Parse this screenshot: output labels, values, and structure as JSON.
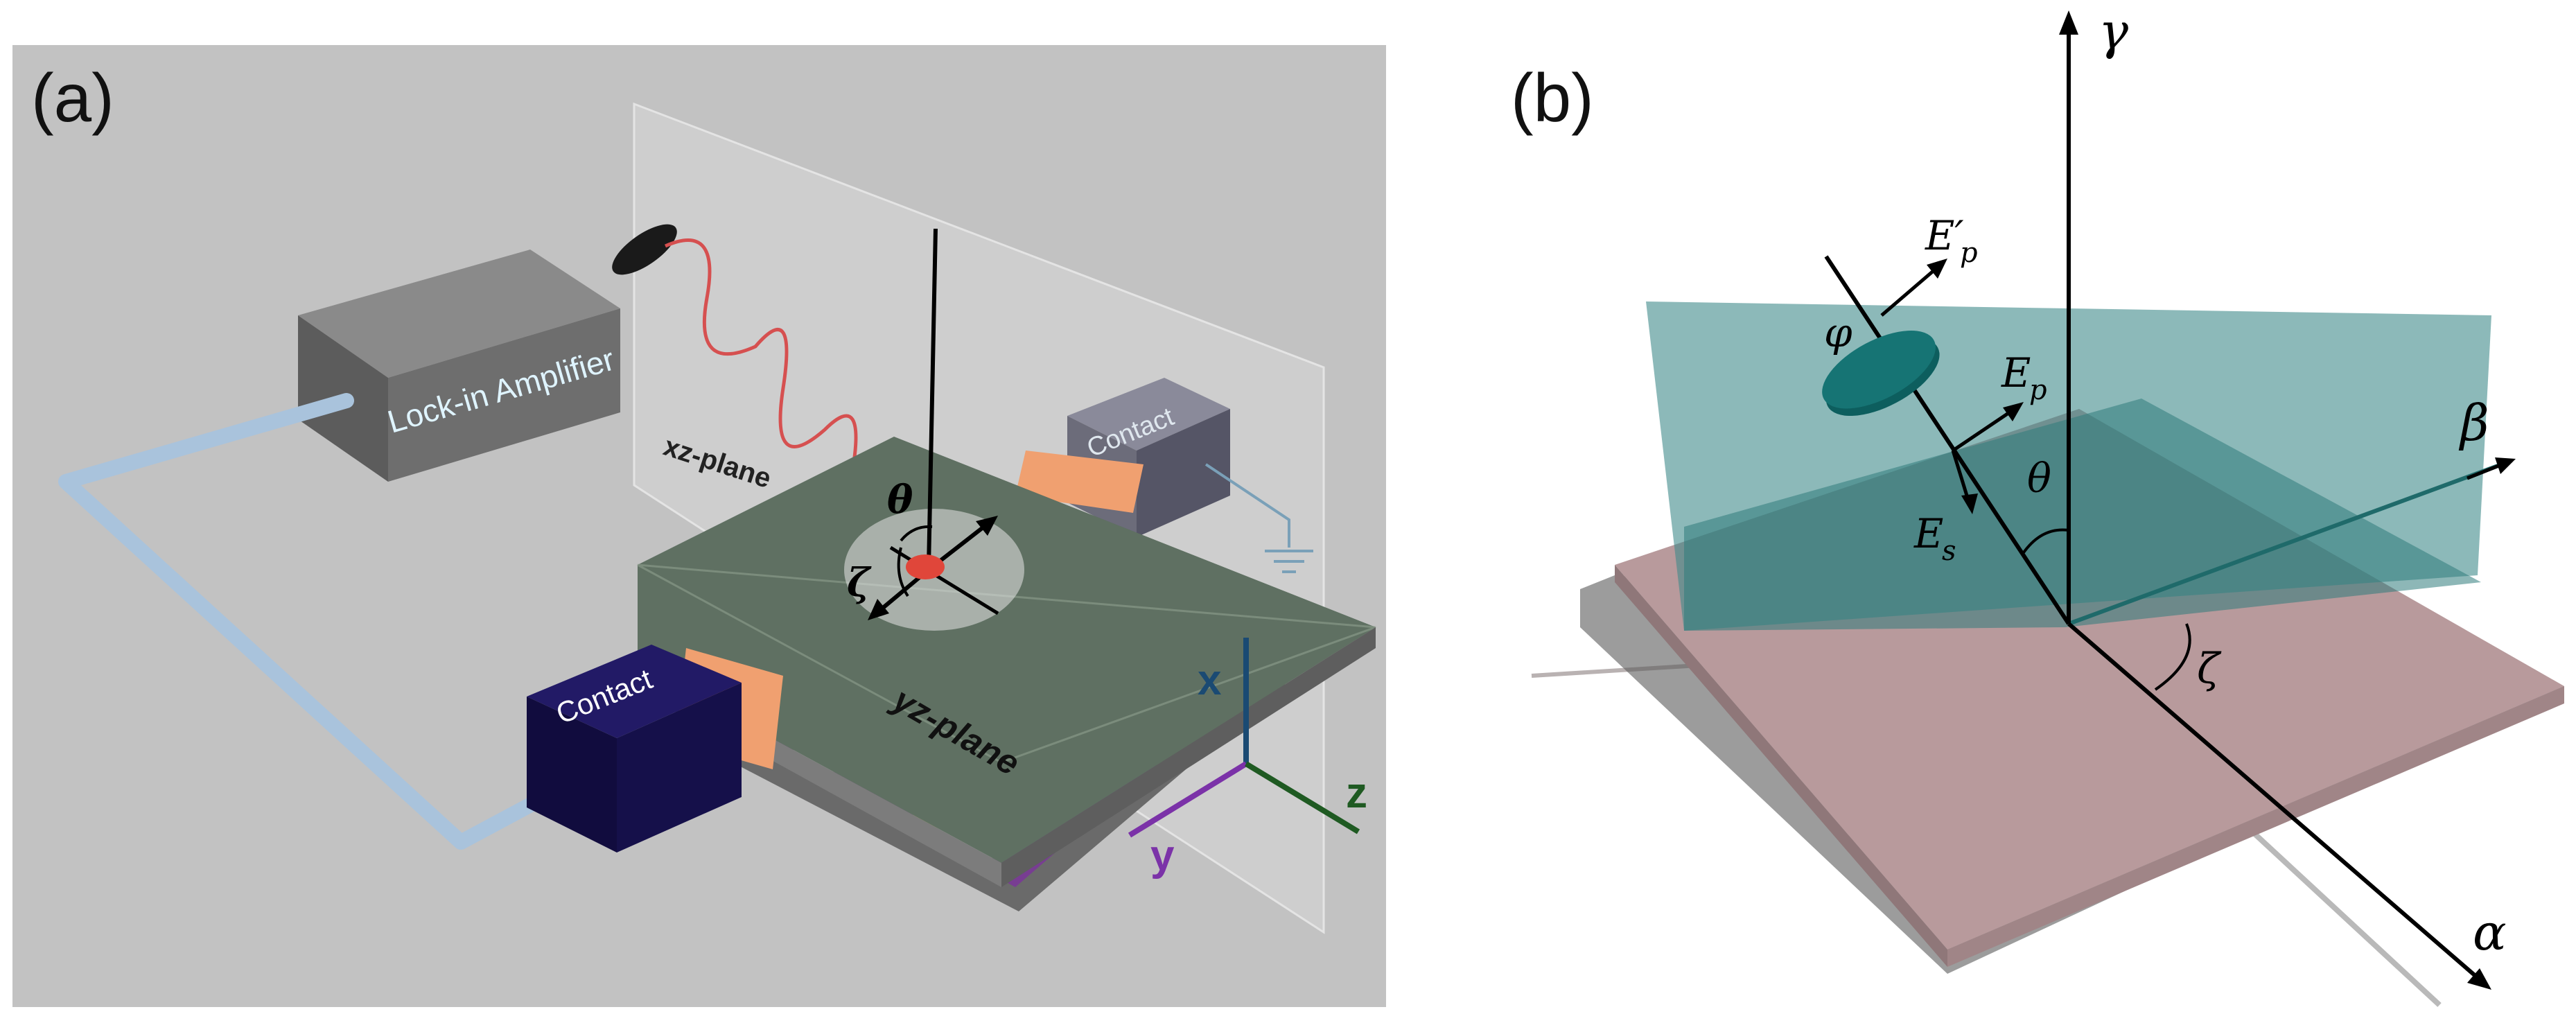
{
  "panel_a": {
    "label": "(a)",
    "lock_in_amplifier": "Lock-in Amplifier",
    "contact_left": "Contact",
    "contact_right": "Contact",
    "xz_plane": "xz-plane",
    "yz_plane": "yz-plane",
    "theta": "θ",
    "zeta": "ζ",
    "axis_x": "x",
    "axis_y": "y",
    "axis_z": "z"
  },
  "panel_b": {
    "label": "(b)",
    "gamma": "γ",
    "beta": "β",
    "alpha": "α",
    "theta": "θ",
    "zeta": "ζ",
    "phi": "φ",
    "Ep_prime": "E′",
    "Ep_prime_sub": "p",
    "Ep": "E",
    "Ep_sub": "p",
    "Es": "E",
    "Es_sub": "s"
  },
  "colors": {
    "panel_a_background": "#c2c2c2",
    "sample_green": "#3f5a44",
    "axis_x": "#1a4a73",
    "axis_y": "#7b32a8",
    "axis_z": "#1f5a22",
    "contact_box": "#15104a",
    "lock_in_box": "#6e6e6e",
    "cable": "#a9c3dc",
    "copper": "#f0a070",
    "teal_plane": "#4d9595",
    "pink_slab": "#b89a9c"
  }
}
